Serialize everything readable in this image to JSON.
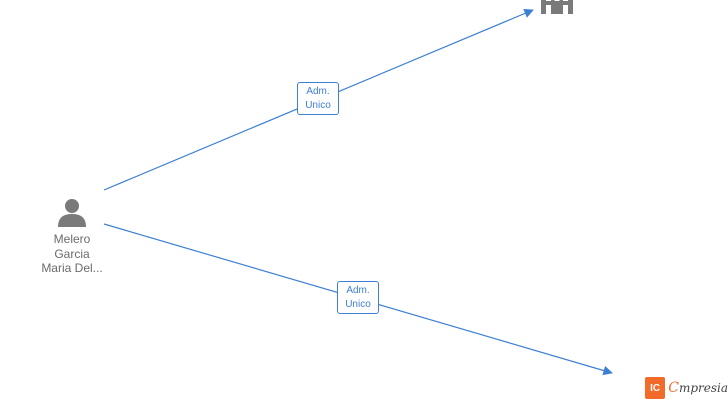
{
  "person": {
    "name_lines": [
      "Melero",
      "Garcia",
      "Maria Del..."
    ],
    "icon": "person-icon"
  },
  "relations": [
    {
      "label_lines": [
        "Adm.",
        "Unico"
      ]
    },
    {
      "label_lines": [
        "Adm.",
        "Unico"
      ]
    }
  ],
  "company": {
    "icon": "building-icon"
  },
  "brand": {
    "mark": "IC",
    "first": "C",
    "rest": "mpresia",
    "icon": "empresia-logo"
  },
  "colors": {
    "edge": "#3d7fd4",
    "node_icon": "#7a7a7a",
    "brand_accent": "#f26b2a"
  }
}
